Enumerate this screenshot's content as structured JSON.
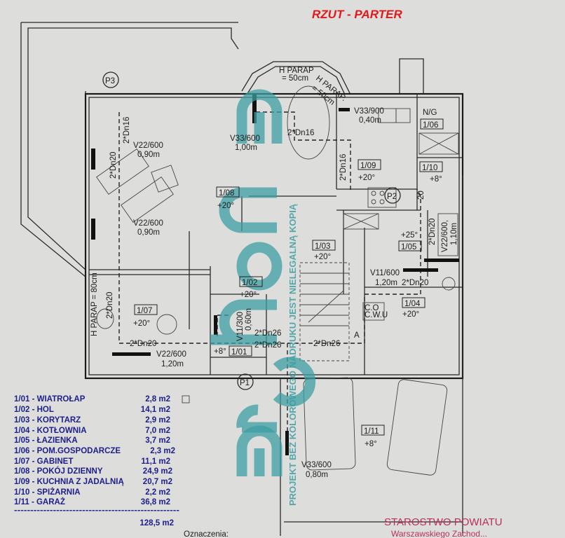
{
  "title": "RZUT - PARTER",
  "watermark": {
    "logo": "archon",
    "notice": "PROJEKT BEZ KOLOROWEGO NADRUKU JEST NIELEGALNĄ KOPIĄ"
  },
  "markers": {
    "p1": "P1",
    "p2": "P2",
    "p3": "P3",
    "a": "A"
  },
  "rooms": {
    "r0101": {
      "code": "1/01",
      "temp": "+8°"
    },
    "r0102": {
      "code": "1/02",
      "temp": "+20°"
    },
    "r0103": {
      "code": "1/03",
      "temp": "+20°"
    },
    "r0104": {
      "code": "1/04",
      "temp": "+20°"
    },
    "r0105": {
      "code": "1/05",
      "temp": "+25°"
    },
    "r0106": {
      "code": "1/06",
      "note": "N/G"
    },
    "r0107": {
      "code": "1/07",
      "temp": "+20°"
    },
    "r0108": {
      "code": "1/08",
      "temp": "+20°"
    },
    "r0109": {
      "code": "1/09",
      "temp": "+20°"
    },
    "r0110": {
      "code": "1/10",
      "temp": "+8°"
    },
    "r0111": {
      "code": "1/11",
      "temp": "+8°"
    }
  },
  "radiators": {
    "lr1": {
      "type": "V22/600",
      "len": "0,90m"
    },
    "lr2": {
      "type": "V22/600",
      "len": "0,90m"
    },
    "din": {
      "type": "V33/600",
      "len": "1,00m"
    },
    "kit": {
      "type": "V33/900",
      "len": "0,40m"
    },
    "bath": {
      "type": "V22/600,",
      "len": "1,10m"
    },
    "boiler": {
      "type": "V11/600",
      "len": "1,20m"
    },
    "hall": {
      "type": "V11/300",
      "len": "0,60m"
    },
    "study": {
      "type": "V22/600",
      "len": "1,20m"
    },
    "garage": {
      "type": "V33/600",
      "len": "0,80m"
    }
  },
  "pipes": {
    "dn16": "2*Dn16",
    "dn20": "2*Dn20",
    "dn26": "2*Dn26",
    "twenty": "20"
  },
  "parapet": {
    "h50a": "H PARAP",
    "h50a2": "= 50cm",
    "h50b": "H PARAP.",
    "h50b2": "= 50cm",
    "h80": "H PARAP = 80cm"
  },
  "boiler_labels": {
    "co": "C.O",
    "cwu": "C.W.U"
  },
  "legend": {
    "items": [
      {
        "label": "1/01 - WIATROŁAP",
        "area": "2,8 m2"
      },
      {
        "label": "1/02 - HOL",
        "area": "14,1 m2"
      },
      {
        "label": "1/03 - KORYTARZ",
        "area": "2,9 m2"
      },
      {
        "label": "1/04 - KOTŁOWNIA",
        "area": "7,0 m2"
      },
      {
        "label": "1/05 - ŁAZIENKA",
        "area": "3,7 m2"
      },
      {
        "label": "1/06 - POM.GOSPODARCZE",
        "area": "2,3 m2"
      },
      {
        "label": "1/07 - GABINET",
        "area": "11,1 m2"
      },
      {
        "label": "1/08 - POKÓJ DZIENNY",
        "area": "24,9 m2"
      },
      {
        "label": "1/09 - KUCHNIA Z JADALNIĄ",
        "area": "20,7 m2"
      },
      {
        "label": "1/10 - SPIŻARNIA",
        "area": "2,2 m2"
      },
      {
        "label": "1/11 - GARAŻ",
        "area": "36,8 m2"
      }
    ],
    "separator": "---------------------------------------------------",
    "total": "128,5 m2"
  },
  "footer": {
    "oznaczenia": "Oznaczenia:"
  },
  "stamp": {
    "line1": "STAROSTWO POWIATU",
    "line2": "Warszawskiego Zachod..."
  },
  "colors": {
    "legend": "#1d1e8a",
    "title": "#e0191c",
    "watermark": "#3c9ea3",
    "stamp": "#b8305e"
  }
}
